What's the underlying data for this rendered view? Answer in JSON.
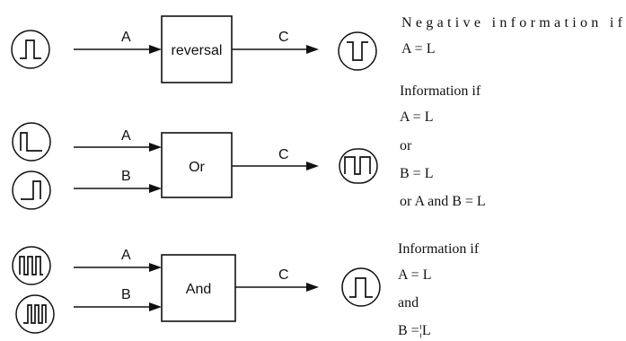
{
  "gates": [
    {
      "name": "reversal",
      "input_labels": [
        "A"
      ],
      "output_label": "C",
      "input_waves": [
        "pulse-icon"
      ],
      "output_wave": "inverted-pulse-icon",
      "description": [
        "Negative information if",
        "A = L"
      ]
    },
    {
      "name": "Or",
      "input_labels": [
        "A",
        "B"
      ],
      "output_label": "C",
      "input_waves": [
        "early-pulse-icon",
        "late-pulse-icon"
      ],
      "output_wave": "double-pulse-icon",
      "description": [
        "Information if",
        "A = L",
        "or",
        "B = L",
        "or A and B = L"
      ]
    },
    {
      "name": "And",
      "input_labels": [
        "A",
        "B"
      ],
      "output_label": "C",
      "input_waves": [
        "pulse-train-icon",
        "pulse-train-icon"
      ],
      "output_wave": "pulse-icon",
      "description": [
        "Information if",
        "A = L",
        "and",
        "B =¦L"
      ]
    }
  ]
}
